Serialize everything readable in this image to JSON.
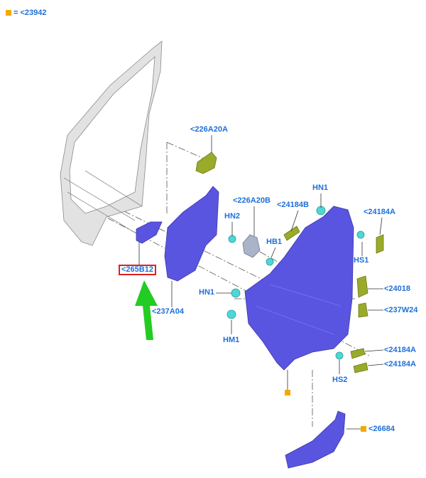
{
  "legend": {
    "marker_color": "#f5a800",
    "text": "= <23942"
  },
  "colors": {
    "accent_label": "#1e6fd9",
    "highlight_box": "#e02020",
    "arrow": "#22cc22",
    "panel": "#5a55e0",
    "clip_green": "#9aaa2a",
    "fastener_cyan": "#4fd6d6"
  },
  "labels": {
    "l226a20a": "<226A20A",
    "l226a20b": "<226A20B",
    "l24184b": "<24184B",
    "lhn1_top": "HN1",
    "l24184a_top": "<24184A",
    "lhn2": "HN2",
    "lhb1": "HB1",
    "lhs1": "HS1",
    "l265b12": "<265B12",
    "lhn1_mid": "HN1",
    "l24018": "<24018",
    "l237a04": "<237A04",
    "l237w24": "<237W24",
    "lhm1": "HM1",
    "l24184a_mid": "<24184A",
    "l24184a_low": "<24184A",
    "lhs2": "HS2",
    "l26684": "<26684"
  }
}
